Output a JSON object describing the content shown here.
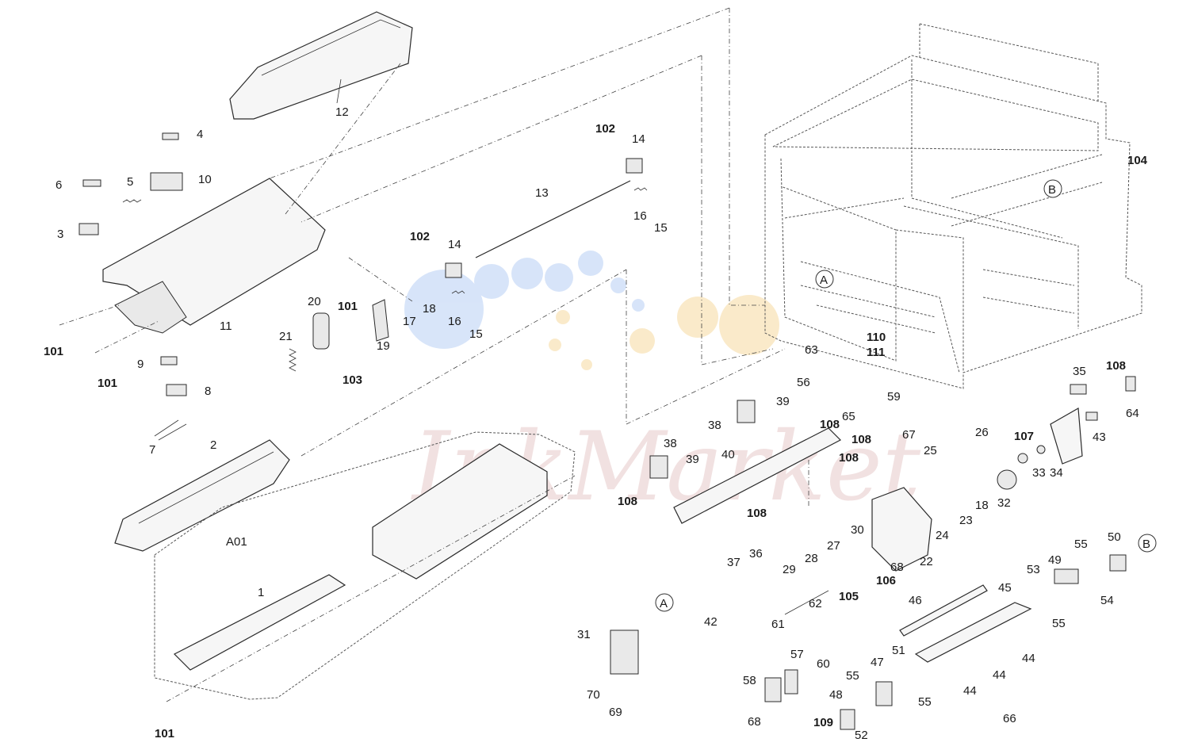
{
  "diagram": {
    "watermark": "InkMarket",
    "section_label": "A01",
    "reference_markers": [
      "A",
      "A",
      "B",
      "B"
    ],
    "callouts": [
      {
        "id": "c1",
        "label": "1"
      },
      {
        "id": "c2",
        "label": "2"
      },
      {
        "id": "c3",
        "label": "3"
      },
      {
        "id": "c4",
        "label": "4"
      },
      {
        "id": "c5",
        "label": "5"
      },
      {
        "id": "c6",
        "label": "6"
      },
      {
        "id": "c7",
        "label": "7"
      },
      {
        "id": "c8",
        "label": "8"
      },
      {
        "id": "c9",
        "label": "9"
      },
      {
        "id": "c10",
        "label": "10"
      },
      {
        "id": "c11",
        "label": "11"
      },
      {
        "id": "c12",
        "label": "12"
      },
      {
        "id": "c13",
        "label": "13"
      },
      {
        "id": "c14a",
        "label": "14"
      },
      {
        "id": "c14b",
        "label": "14"
      },
      {
        "id": "c15a",
        "label": "15"
      },
      {
        "id": "c15b",
        "label": "15"
      },
      {
        "id": "c16a",
        "label": "16"
      },
      {
        "id": "c16b",
        "label": "16"
      },
      {
        "id": "c17",
        "label": "17"
      },
      {
        "id": "c18a",
        "label": "18"
      },
      {
        "id": "c18b",
        "label": "18"
      },
      {
        "id": "c19",
        "label": "19"
      },
      {
        "id": "c20",
        "label": "20"
      },
      {
        "id": "c21",
        "label": "21"
      },
      {
        "id": "c22",
        "label": "22"
      },
      {
        "id": "c23",
        "label": "23"
      },
      {
        "id": "c24",
        "label": "24"
      },
      {
        "id": "c25",
        "label": "25"
      },
      {
        "id": "c26",
        "label": "26"
      },
      {
        "id": "c27",
        "label": "27"
      },
      {
        "id": "c28",
        "label": "28"
      },
      {
        "id": "c29",
        "label": "29"
      },
      {
        "id": "c30",
        "label": "30"
      },
      {
        "id": "c31",
        "label": "31"
      },
      {
        "id": "c32",
        "label": "32"
      },
      {
        "id": "c33",
        "label": "33"
      },
      {
        "id": "c34",
        "label": "34"
      },
      {
        "id": "c35",
        "label": "35"
      },
      {
        "id": "c36",
        "label": "36"
      },
      {
        "id": "c37",
        "label": "37"
      },
      {
        "id": "c38a",
        "label": "38"
      },
      {
        "id": "c38b",
        "label": "38"
      },
      {
        "id": "c39a",
        "label": "39"
      },
      {
        "id": "c39b",
        "label": "39"
      },
      {
        "id": "c40",
        "label": "40"
      },
      {
        "id": "c42",
        "label": "42"
      },
      {
        "id": "c43",
        "label": "43"
      },
      {
        "id": "c44a",
        "label": "44"
      },
      {
        "id": "c44b",
        "label": "44"
      },
      {
        "id": "c44c",
        "label": "44"
      },
      {
        "id": "c45",
        "label": "45"
      },
      {
        "id": "c46",
        "label": "46"
      },
      {
        "id": "c47",
        "label": "47"
      },
      {
        "id": "c48",
        "label": "48"
      },
      {
        "id": "c49",
        "label": "49"
      },
      {
        "id": "c50",
        "label": "50"
      },
      {
        "id": "c51",
        "label": "51"
      },
      {
        "id": "c52",
        "label": "52"
      },
      {
        "id": "c53",
        "label": "53"
      },
      {
        "id": "c54",
        "label": "54"
      },
      {
        "id": "c55a",
        "label": "55"
      },
      {
        "id": "c55b",
        "label": "55"
      },
      {
        "id": "c55c",
        "label": "55"
      },
      {
        "id": "c55d",
        "label": "55"
      },
      {
        "id": "c56",
        "label": "56"
      },
      {
        "id": "c57",
        "label": "57"
      },
      {
        "id": "c58",
        "label": "58"
      },
      {
        "id": "c59",
        "label": "59"
      },
      {
        "id": "c60",
        "label": "60"
      },
      {
        "id": "c61",
        "label": "61"
      },
      {
        "id": "c62",
        "label": "62"
      },
      {
        "id": "c63",
        "label": "63"
      },
      {
        "id": "c64",
        "label": "64"
      },
      {
        "id": "c65",
        "label": "65"
      },
      {
        "id": "c66",
        "label": "66"
      },
      {
        "id": "c67",
        "label": "67"
      },
      {
        "id": "c68a",
        "label": "68"
      },
      {
        "id": "c68b",
        "label": "68"
      },
      {
        "id": "c69",
        "label": "69"
      },
      {
        "id": "c70",
        "label": "70"
      },
      {
        "id": "c101a",
        "label": "101"
      },
      {
        "id": "c101b",
        "label": "101"
      },
      {
        "id": "c101c",
        "label": "101"
      },
      {
        "id": "c101d",
        "label": "101"
      },
      {
        "id": "c102a",
        "label": "102"
      },
      {
        "id": "c102b",
        "label": "102"
      },
      {
        "id": "c103",
        "label": "103"
      },
      {
        "id": "c104",
        "label": "104"
      },
      {
        "id": "c105",
        "label": "105"
      },
      {
        "id": "c106",
        "label": "106"
      },
      {
        "id": "c107",
        "label": "107"
      },
      {
        "id": "c108a",
        "label": "108"
      },
      {
        "id": "c108b",
        "label": "108"
      },
      {
        "id": "c108c",
        "label": "108"
      },
      {
        "id": "c108d",
        "label": "108"
      },
      {
        "id": "c108e",
        "label": "108"
      },
      {
        "id": "c108f",
        "label": "108"
      },
      {
        "id": "c109",
        "label": "109"
      },
      {
        "id": "c110",
        "label": "110"
      },
      {
        "id": "c111",
        "label": "111"
      }
    ]
  }
}
